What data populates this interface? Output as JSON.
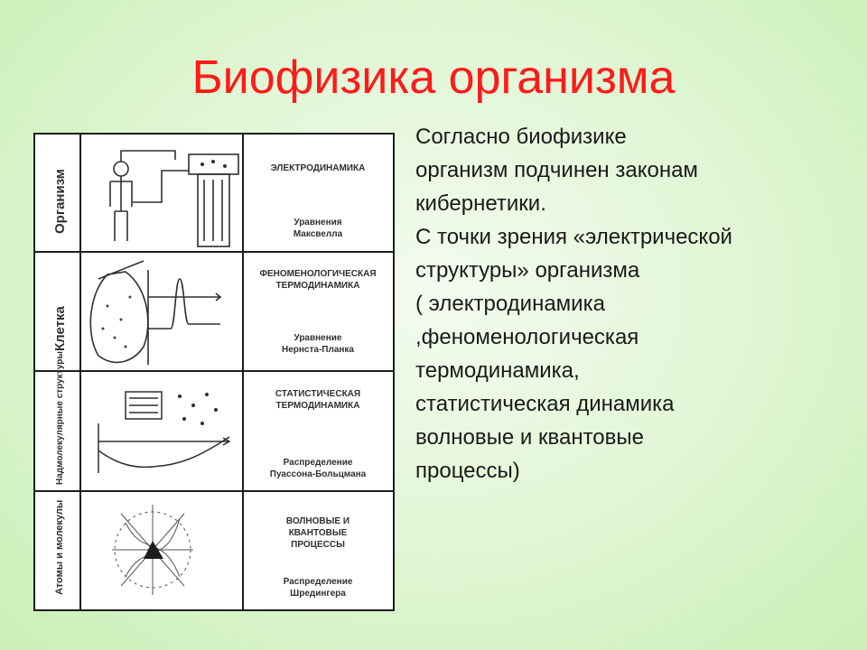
{
  "title": "Биофизика организма",
  "body_lines": [
    "Согласно биофизике",
    "организм подчинен законам",
    "кибернетики.",
    "С точки зрения «электрической",
    "структуры» организма",
    "( электродинамика",
    ",феноменологическая",
    "термодинамика,",
    "статистическая динамика",
    "волновые и квантовые",
    "процессы)"
  ],
  "figure": {
    "rows": [
      {
        "level": "Организм",
        "theory": [
          "ЭЛЕКТРОДИНАМИКА"
        ],
        "equation": [
          "Уравнения",
          "Максвелла"
        ]
      },
      {
        "level": "Клетка",
        "theory": [
          "ФЕНОМЕНОЛОГИЧЕСКАЯ",
          "ТЕРМОДИНАМИКА"
        ],
        "equation": [
          "Уравнение",
          "Нернста-Планка"
        ]
      },
      {
        "level": "Надмолекулярные структуры",
        "theory": [
          "СТАТИСТИЧЕСКАЯ",
          "ТЕРМОДИНАМИКА"
        ],
        "equation": [
          "Распределение",
          "Пуассона-Больцмана"
        ]
      },
      {
        "level": "Атомы и молекулы",
        "theory": [
          "ВОЛНОВЫЕ И",
          "КВАНТОВЫЕ",
          "ПРОЦЕССЫ"
        ],
        "equation": [
          "Распределение",
          "Шредингера"
        ]
      }
    ]
  }
}
